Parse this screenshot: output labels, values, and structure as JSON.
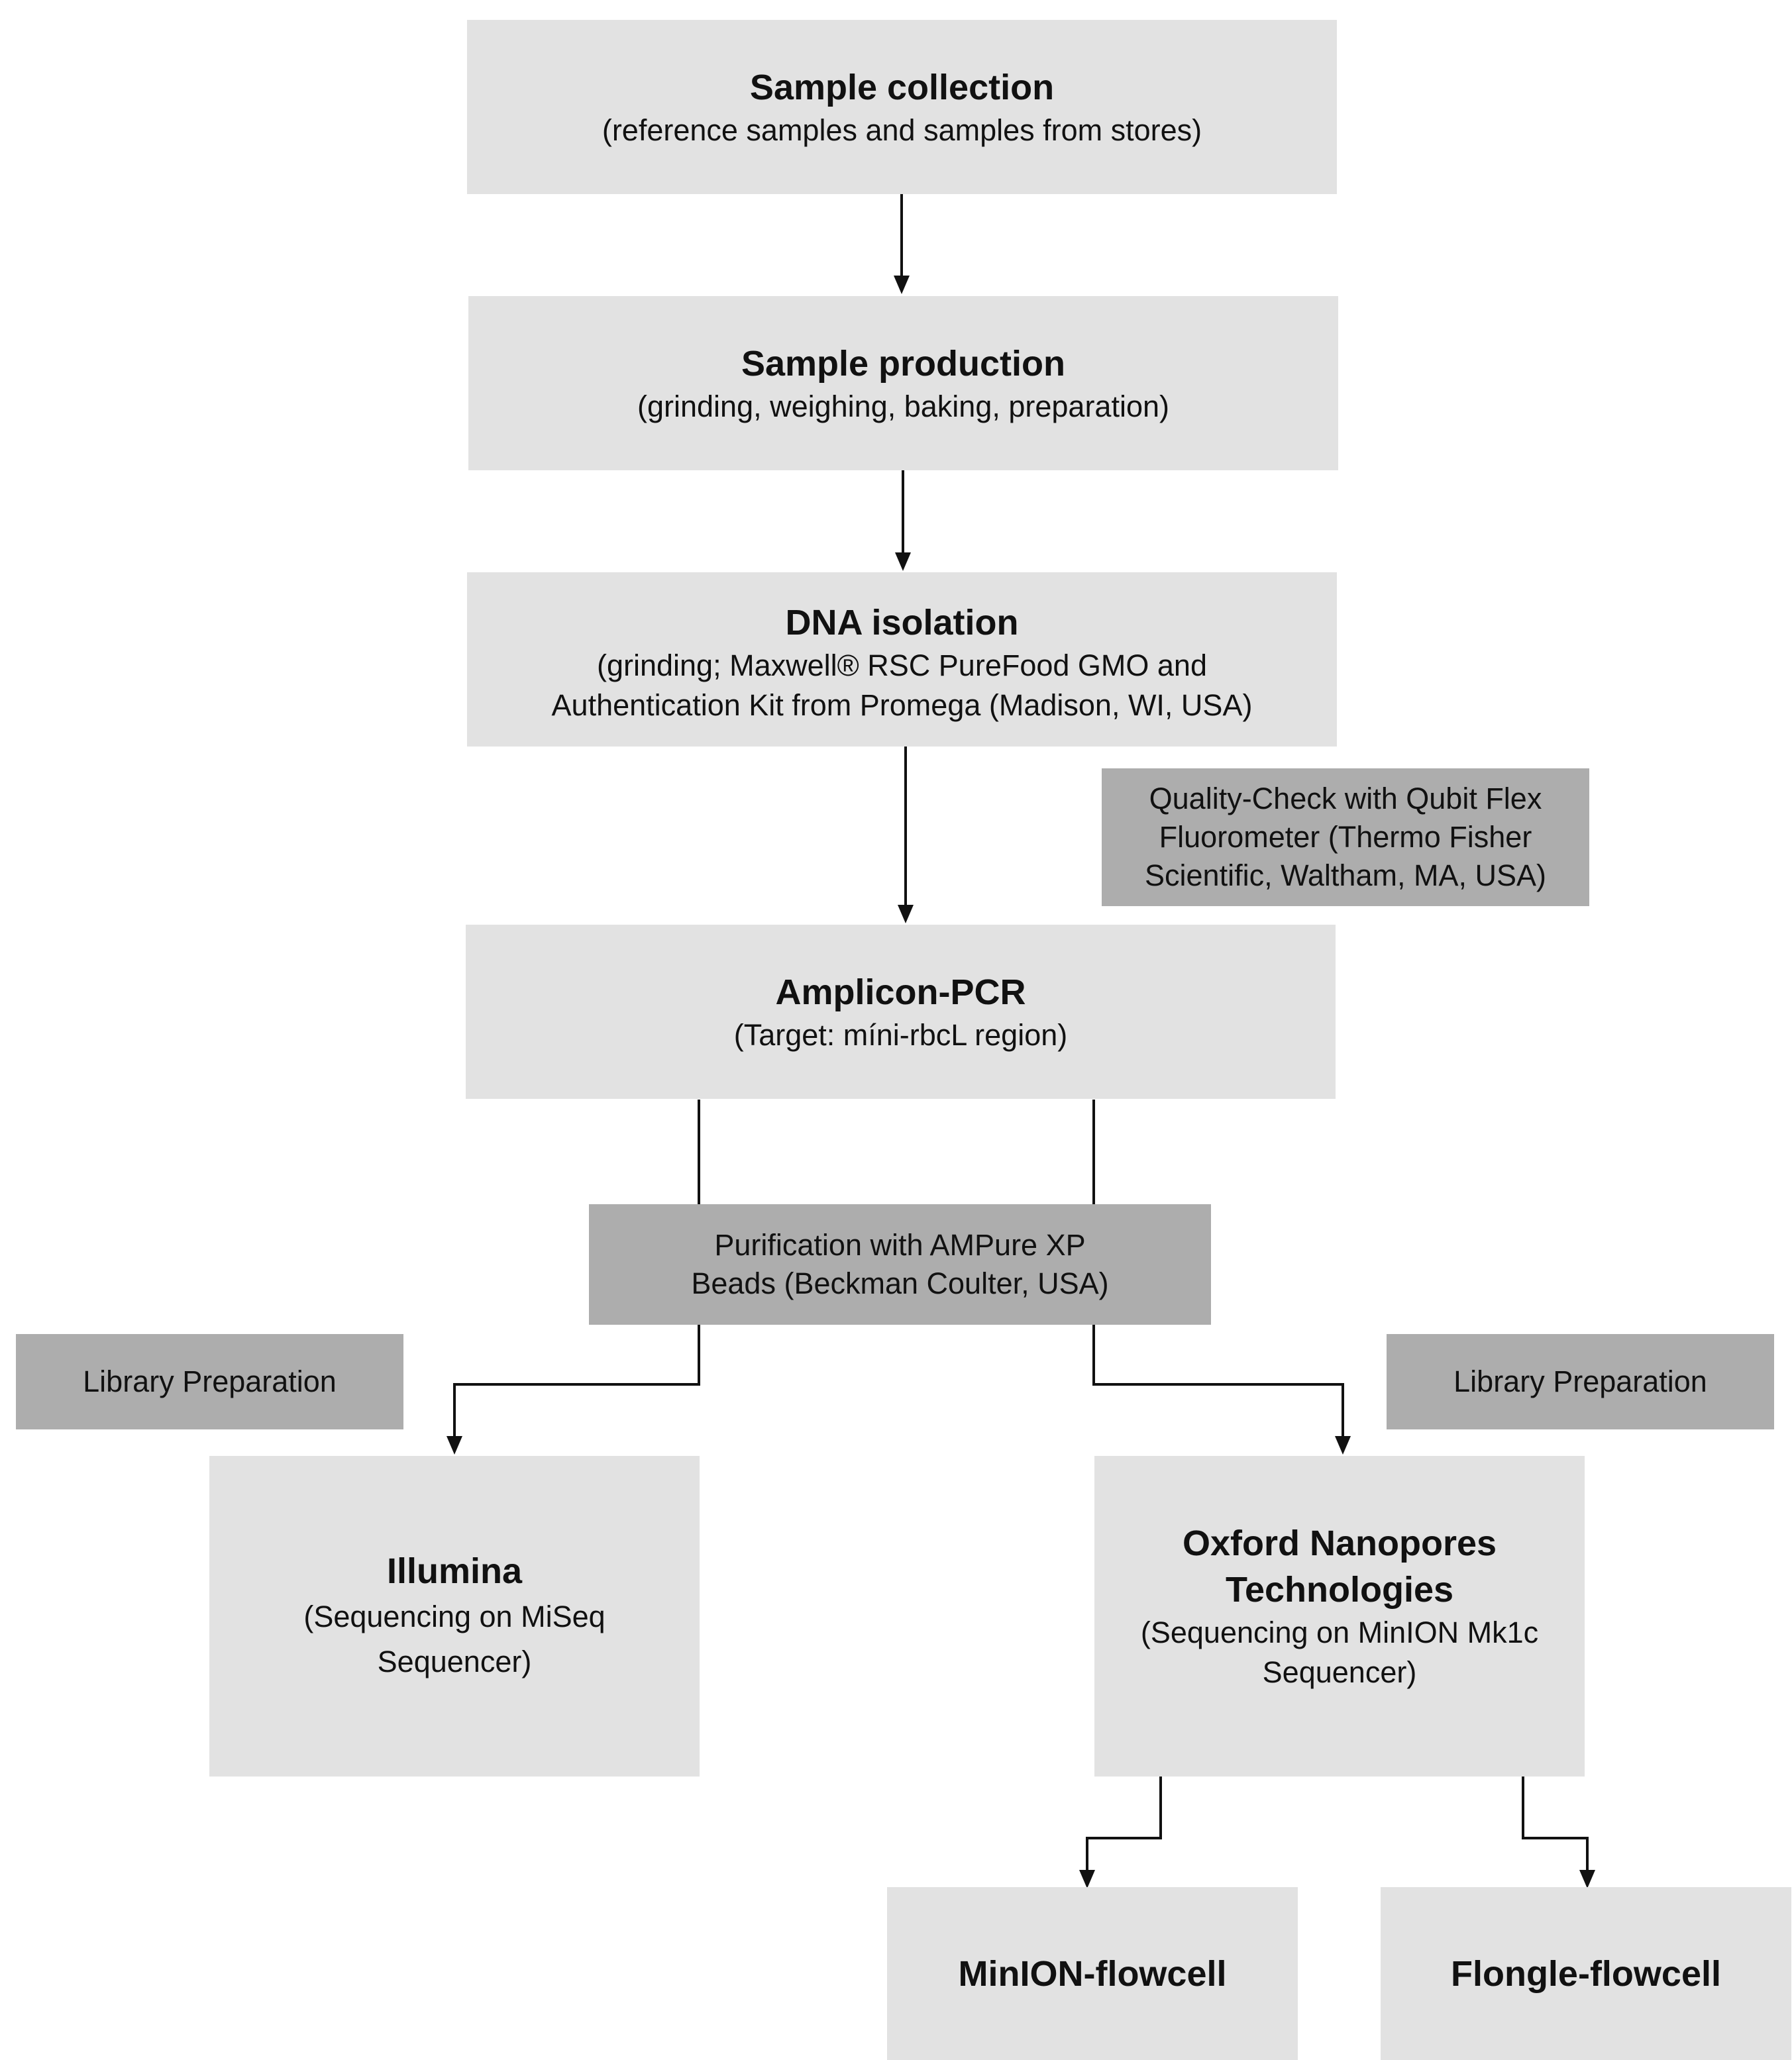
{
  "sample_collection": {
    "title": "Sample collection",
    "subtitle": "(reference samples and samples from stores)"
  },
  "sample_production": {
    "title": "Sample production",
    "subtitle": "(grinding, weighing, baking, preparation)"
  },
  "dna_isolation": {
    "title": "DNA isolation",
    "line1": "(grinding; Maxwell® RSC PureFood GMO and",
    "line2": "Authentication Kit from Promega (Madison, WI, USA)"
  },
  "quality_check": {
    "line1": "Quality-Check with Qubit Flex",
    "line2": "Fluorometer (Thermo Fisher",
    "line3": "Scientific, Waltham, MA, USA)"
  },
  "amplicon_pcr": {
    "title": "Amplicon-PCR",
    "subtitle": "(Target: míni-rbcL region)"
  },
  "purification": {
    "line1": "Purification with AMPure XP",
    "line2": "Beads (Beckman Coulter, USA)"
  },
  "library_prep_left": {
    "label": "Library Preparation"
  },
  "library_prep_right": {
    "label": "Library Preparation"
  },
  "illumina": {
    "title": "Illumina",
    "line1": "(Sequencing on MiSeq",
    "line2": "Sequencer)"
  },
  "ont": {
    "title1": "Oxford Nanopores",
    "title2": "Technologies",
    "line1": "(Sequencing on MinION Mk1c",
    "line2": "Sequencer)"
  },
  "minion_flowcell": {
    "title": "MinION-flowcell"
  },
  "flongle_flowcell": {
    "title": "Flongle-flowcell"
  },
  "colors": {
    "light_box": "#e2e2e2",
    "dark_box": "#adadad",
    "line": "#111111"
  }
}
